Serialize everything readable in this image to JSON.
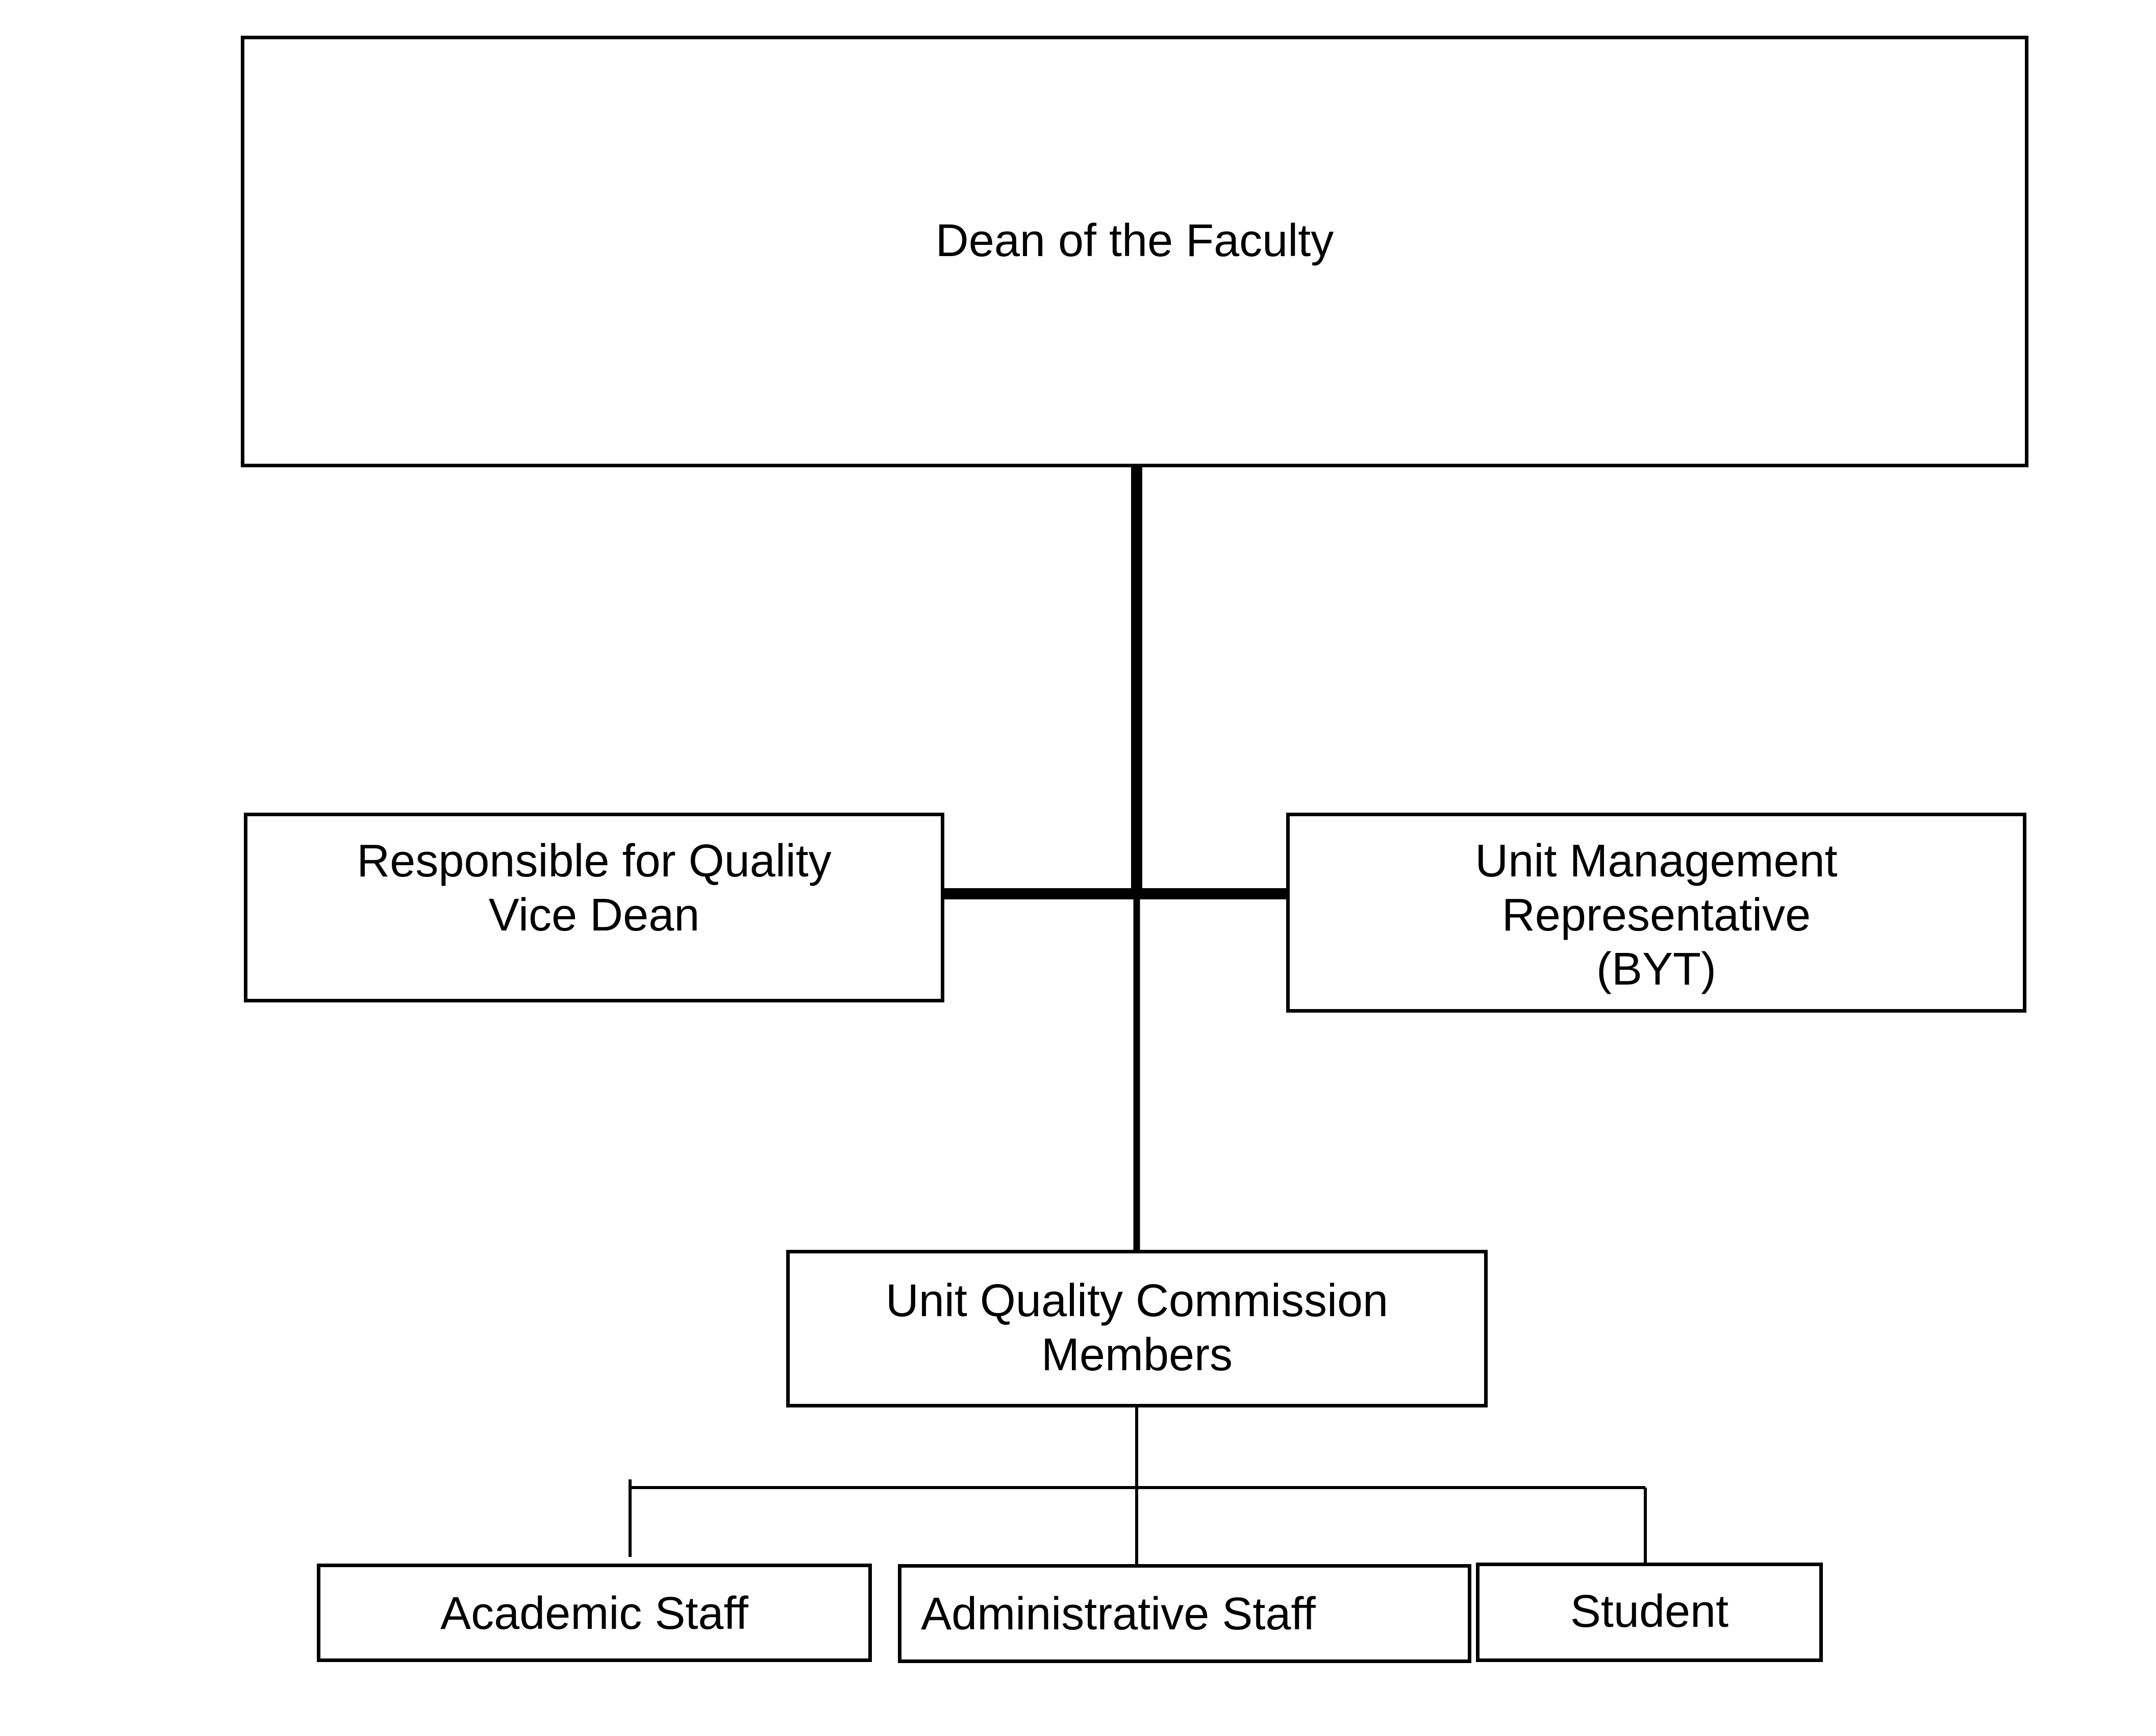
{
  "nodes": {
    "dean": {
      "lines": [
        "Dean of the Faculty"
      ]
    },
    "vice_dean": {
      "lines": [
        "Responsible for Quality",
        "Vice Dean"
      ]
    },
    "unit_management": {
      "lines": [
        "Unit Management",
        "Representative",
        "(BYT)"
      ]
    },
    "commission": {
      "lines": [
        "Unit Quality Commission",
        "Members"
      ]
    },
    "academic_staff": {
      "lines": [
        "Academic Staff"
      ]
    },
    "administrative_staff": {
      "lines": [
        "Administrative Staff"
      ]
    },
    "student": {
      "lines": [
        "Student"
      ]
    }
  },
  "edges": [
    {
      "from": "dean",
      "to": "vice_dean"
    },
    {
      "from": "dean",
      "to": "unit_management"
    },
    {
      "from": "dean",
      "to": "commission"
    },
    {
      "from": "commission",
      "to": "academic_staff"
    },
    {
      "from": "commission",
      "to": "administrative_staff"
    },
    {
      "from": "commission",
      "to": "student"
    }
  ]
}
